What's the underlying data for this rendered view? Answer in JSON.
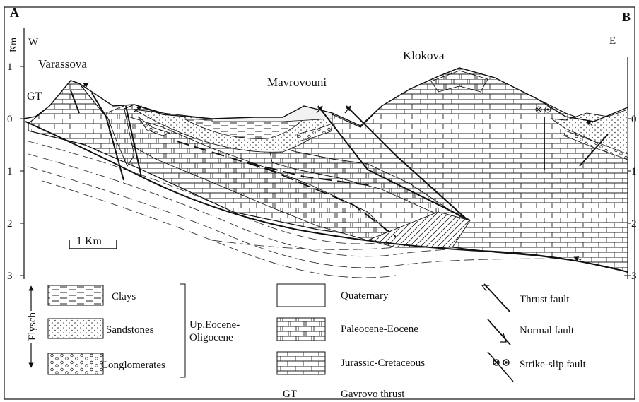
{
  "corner_labels": {
    "left": "A",
    "right": "B"
  },
  "directions": {
    "west": "W",
    "east": "E"
  },
  "axis": {
    "unit": "Km",
    "left_ticks": [
      "1",
      "0",
      "1",
      "2",
      "3"
    ],
    "right_ticks": [
      "0",
      "1",
      "2",
      "3"
    ]
  },
  "places": {
    "varassova": "Varassova",
    "mavrovouni": "Mavrovouni",
    "klokova": "Klokova",
    "gt": "GT"
  },
  "scale_bar": {
    "label": "1 Km"
  },
  "legend": {
    "flysch_label": "Flysch",
    "flysch_items": [
      "Clays",
      "Sandstones",
      "Conglomerates"
    ],
    "flysch_age": [
      "Up.Eocene-",
      "Oligocene"
    ],
    "units": [
      "Quaternary",
      "Paleocene-Eocene",
      "Jurassic-Cretaceous"
    ],
    "gt_abbr": "GT",
    "gt_name": "Gavrovo thrust",
    "faults": [
      "Thrust fault",
      "Normal fault",
      "Strike-slip fault"
    ]
  },
  "colors": {
    "line": "#111111",
    "quaternary_fill": "#e8e8e8",
    "background": "#ffffff"
  }
}
